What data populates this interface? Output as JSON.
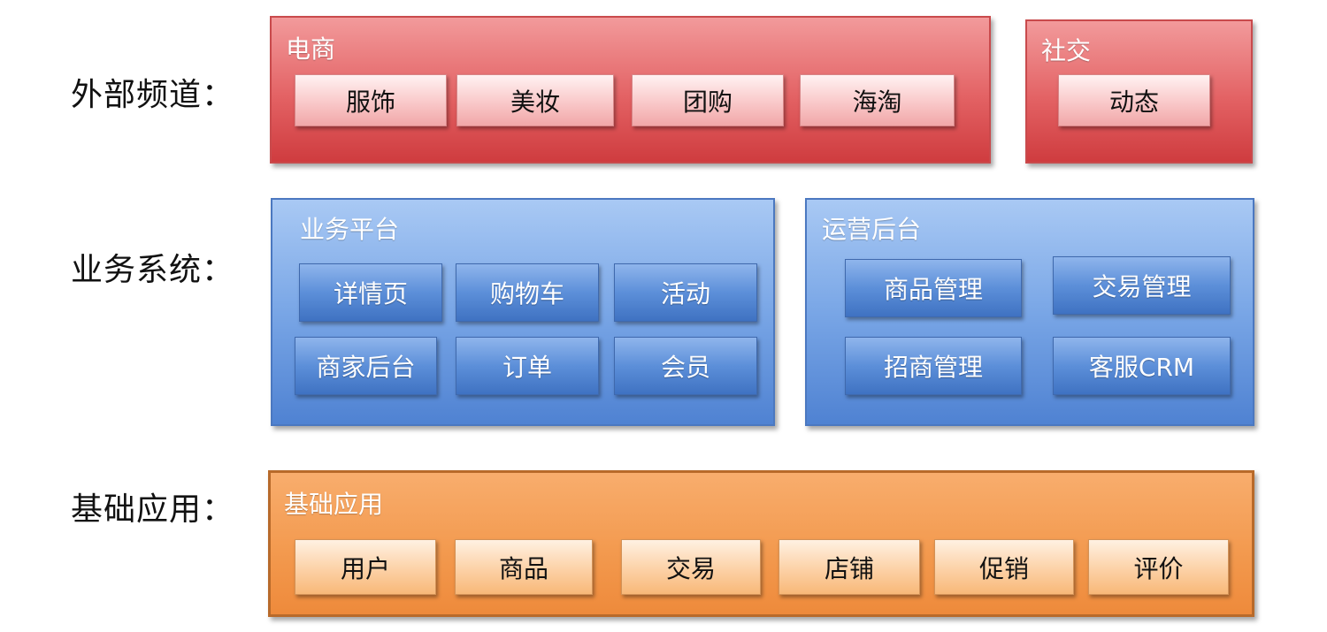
{
  "row_labels": {
    "external": "外部频道：",
    "business": "业务系统：",
    "base": "基础应用："
  },
  "ecommerce": {
    "title": "电商",
    "items": [
      "服饰",
      "美妆",
      "团购",
      "海淘"
    ]
  },
  "social": {
    "title": "社交",
    "items": [
      "动态"
    ]
  },
  "business_platform": {
    "title": "业务平台",
    "items": [
      "详情页",
      "购物车",
      "活动",
      "商家后台",
      "订单",
      "会员"
    ]
  },
  "operations": {
    "title": "运营后台",
    "items": [
      "商品管理",
      "交易管理",
      "招商管理",
      "客服CRM"
    ]
  },
  "base_apps": {
    "title": "基础应用",
    "items": [
      "用户",
      "商品",
      "交易",
      "店铺",
      "促销",
      "评价"
    ]
  },
  "colors": {
    "channel_red": "#e36264",
    "system_blue": "#5c8fd9",
    "base_orange": "#f39a4f"
  }
}
